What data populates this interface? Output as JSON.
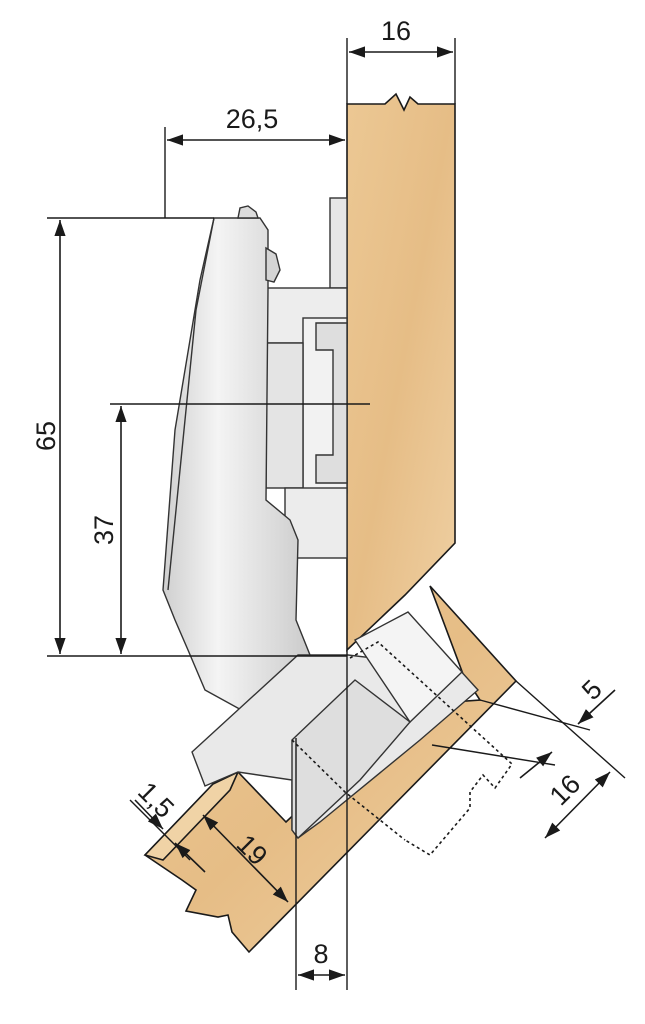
{
  "dimensions": {
    "panel_thickness": "16",
    "overlay_distance": "26,5",
    "hinge_height": "65",
    "center_height": "37",
    "door_gap": "1,5",
    "cup_offset": "19",
    "bottom_offset": "8",
    "angled_distance": "5",
    "angled_panel_thickness": "16"
  },
  "colors": {
    "wood_fill": "#e8c28e",
    "wood_light": "#f0d3a6",
    "metal_fill": "#e0e0e0",
    "metal_light": "#f3f3f3",
    "metal_dark": "#b8b8b8",
    "line": "#1a1a1a"
  }
}
